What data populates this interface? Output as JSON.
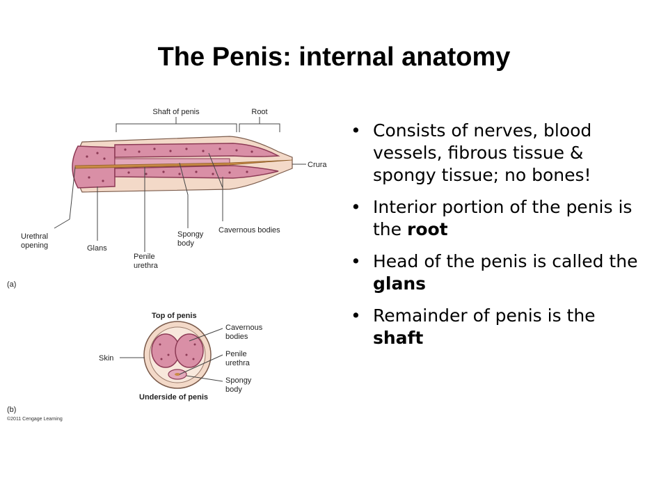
{
  "title": "The Penis: internal anatomy",
  "bullets": [
    {
      "pre": "Consists of nerves, blood vessels, fibrous tissue & spongy tissue; no bones!",
      "bold": "",
      "post": ""
    },
    {
      "pre": "Interior portion of the penis is the ",
      "bold": "root",
      "post": ""
    },
    {
      "pre": "Head of the penis is called the ",
      "bold": "glans",
      "post": ""
    },
    {
      "pre": "Remainder of penis is the ",
      "bold": "shaft",
      "post": ""
    }
  ],
  "figure_a": {
    "panel": "(a)",
    "shaft": "Shaft of penis",
    "root": "Root",
    "crura": "Crura",
    "urethral_opening_1": "Urethral",
    "urethral_opening_2": "opening",
    "glans": "Glans",
    "penile_urethra_1": "Penile",
    "penile_urethra_2": "urethra",
    "spongy_body_1": "Spongy",
    "spongy_body_2": "body",
    "cavernous_bodies": "Cavernous bodies"
  },
  "figure_b": {
    "panel": "(b)",
    "top": "Top of penis",
    "underside": "Underside of penis",
    "skin": "Skin",
    "cavernous_1": "Cavernous",
    "cavernous_2": "bodies",
    "penile_urethra_1": "Penile",
    "penile_urethra_2": "urethra",
    "spongy_1": "Spongy",
    "spongy_2": "body",
    "credit": "©2011 Cengage Learning"
  },
  "colors": {
    "tissue": "#d98fa6",
    "tissue_dark": "#8c3a55",
    "skin": "#f3d9c8",
    "urethra": "#c98a45"
  }
}
